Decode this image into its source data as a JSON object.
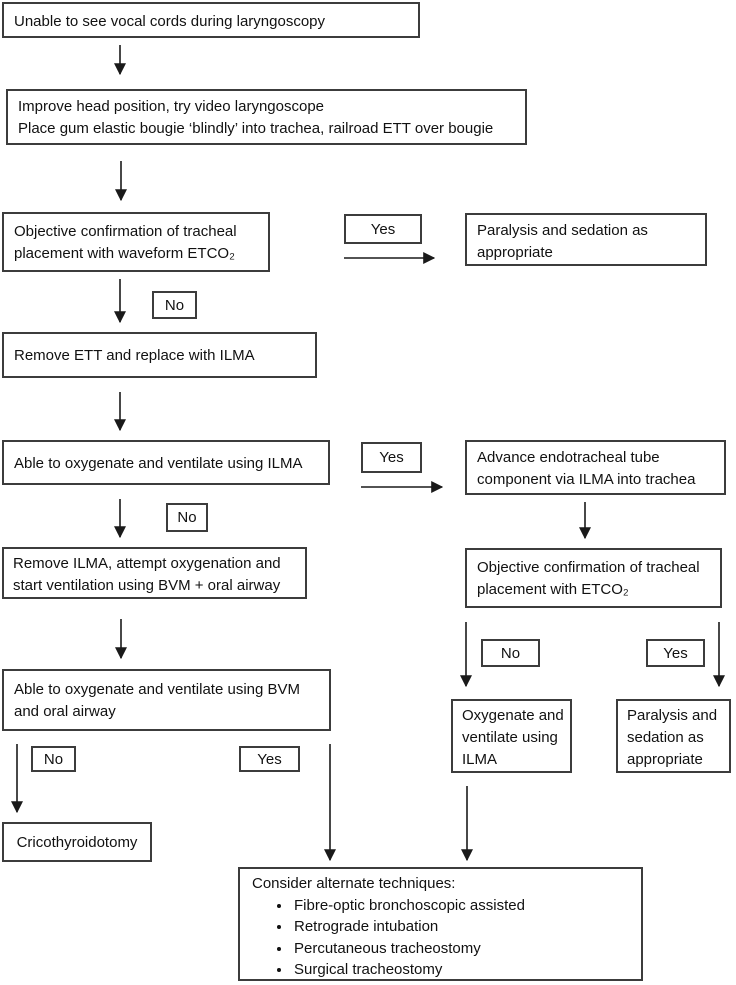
{
  "labels": {
    "yes": "Yes",
    "no": "No"
  },
  "colors": {
    "border": "#3c3c3c",
    "text": "#111111",
    "background": "#ffffff",
    "arrow": "#1a1a1a"
  },
  "nodes": {
    "unable": {
      "text": "Unable to see vocal cords during laryngoscopy"
    },
    "improve": {
      "line1": "Improve head position, try video laryngoscope",
      "line2": "Place gum elastic bougie ‘blindly’ into trachea, railroad ETT over bougie"
    },
    "objective_waveform": {
      "text": "Objective confirmation of tracheal placement with waveform ETCO₂"
    },
    "paralysis_top": {
      "text": "Paralysis and sedation as appropriate"
    },
    "remove_ett": {
      "text": "Remove ETT and replace with ILMA"
    },
    "able_ilma": {
      "text": "Able to oxygenate and ventilate using ILMA"
    },
    "advance_ett": {
      "text": "Advance endotracheal tube component via ILMA into trachea"
    },
    "remove_ilma": {
      "text": "Remove ILMA, attempt oxygenation and start ventilation using BVM + oral airway"
    },
    "objective_etco2": {
      "text": "Objective confirmation of tracheal placement with ETCO₂"
    },
    "able_bvm": {
      "text": "Able to oxygenate and ventilate using BVM and oral airway"
    },
    "oxygenate_ilma": {
      "text": "Oxygenate and ventilate using ILMA"
    },
    "paralysis_bottom": {
      "text": "Paralysis and sedation as appropriate"
    },
    "cricothyroidotomy": {
      "text": "Cricothyroidotomy"
    },
    "consider": {
      "title": "Consider alternate techniques:",
      "items": [
        "Fibre-optic bronchoscopic assisted",
        "Retrograde intubation",
        "Percutaneous tracheostomy",
        "Surgical tracheostomy"
      ]
    }
  }
}
